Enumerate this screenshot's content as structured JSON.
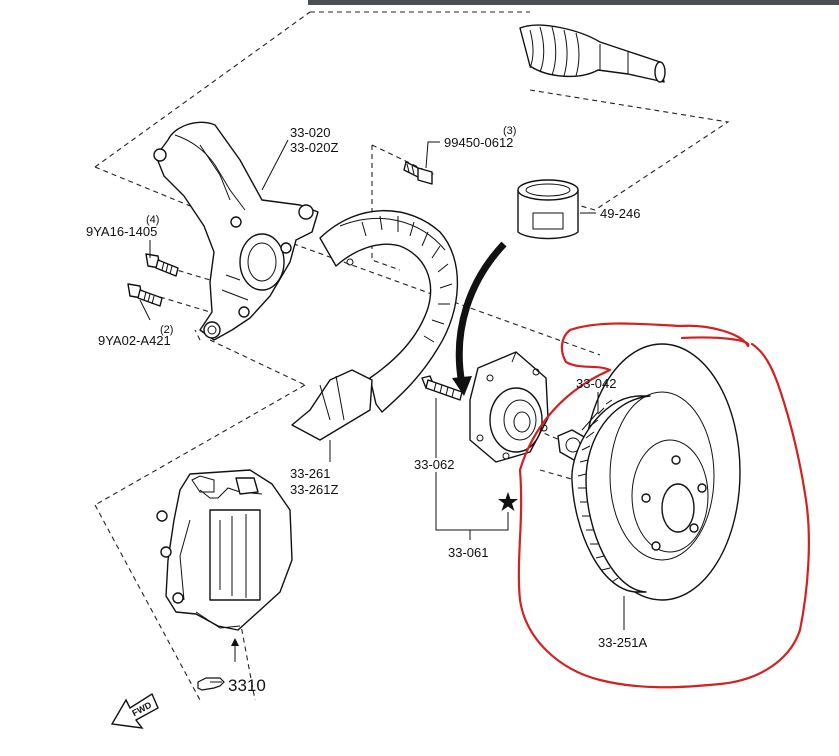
{
  "labels": {
    "knuckle_1": "33-020",
    "knuckle_2": "33-020Z",
    "bolt_top_qty": "(3)",
    "bolt_top": "99450-0612",
    "bearing": "49-246",
    "bolt_a_qty": "(4)",
    "bolt_a": "9YA16-1405",
    "bolt_b_qty": "(2)",
    "bolt_b": "9YA02-A421",
    "nut": "33-042",
    "shield_1": "33-261",
    "shield_2": "33-261Z",
    "stud": "33-062",
    "hub_assy": "33-061",
    "rotor": "33-251A",
    "caliper_ref": "3310",
    "fwd": "FWD"
  },
  "colors": {
    "line": "#111111",
    "highlight": "#d42020",
    "top_bar": "#4a4f55",
    "background": "#ffffff"
  },
  "icons": {
    "star": "star-icon",
    "pointing_hand": "pointing-hand-icon",
    "fwd_arrow": "fwd-arrow-icon"
  }
}
